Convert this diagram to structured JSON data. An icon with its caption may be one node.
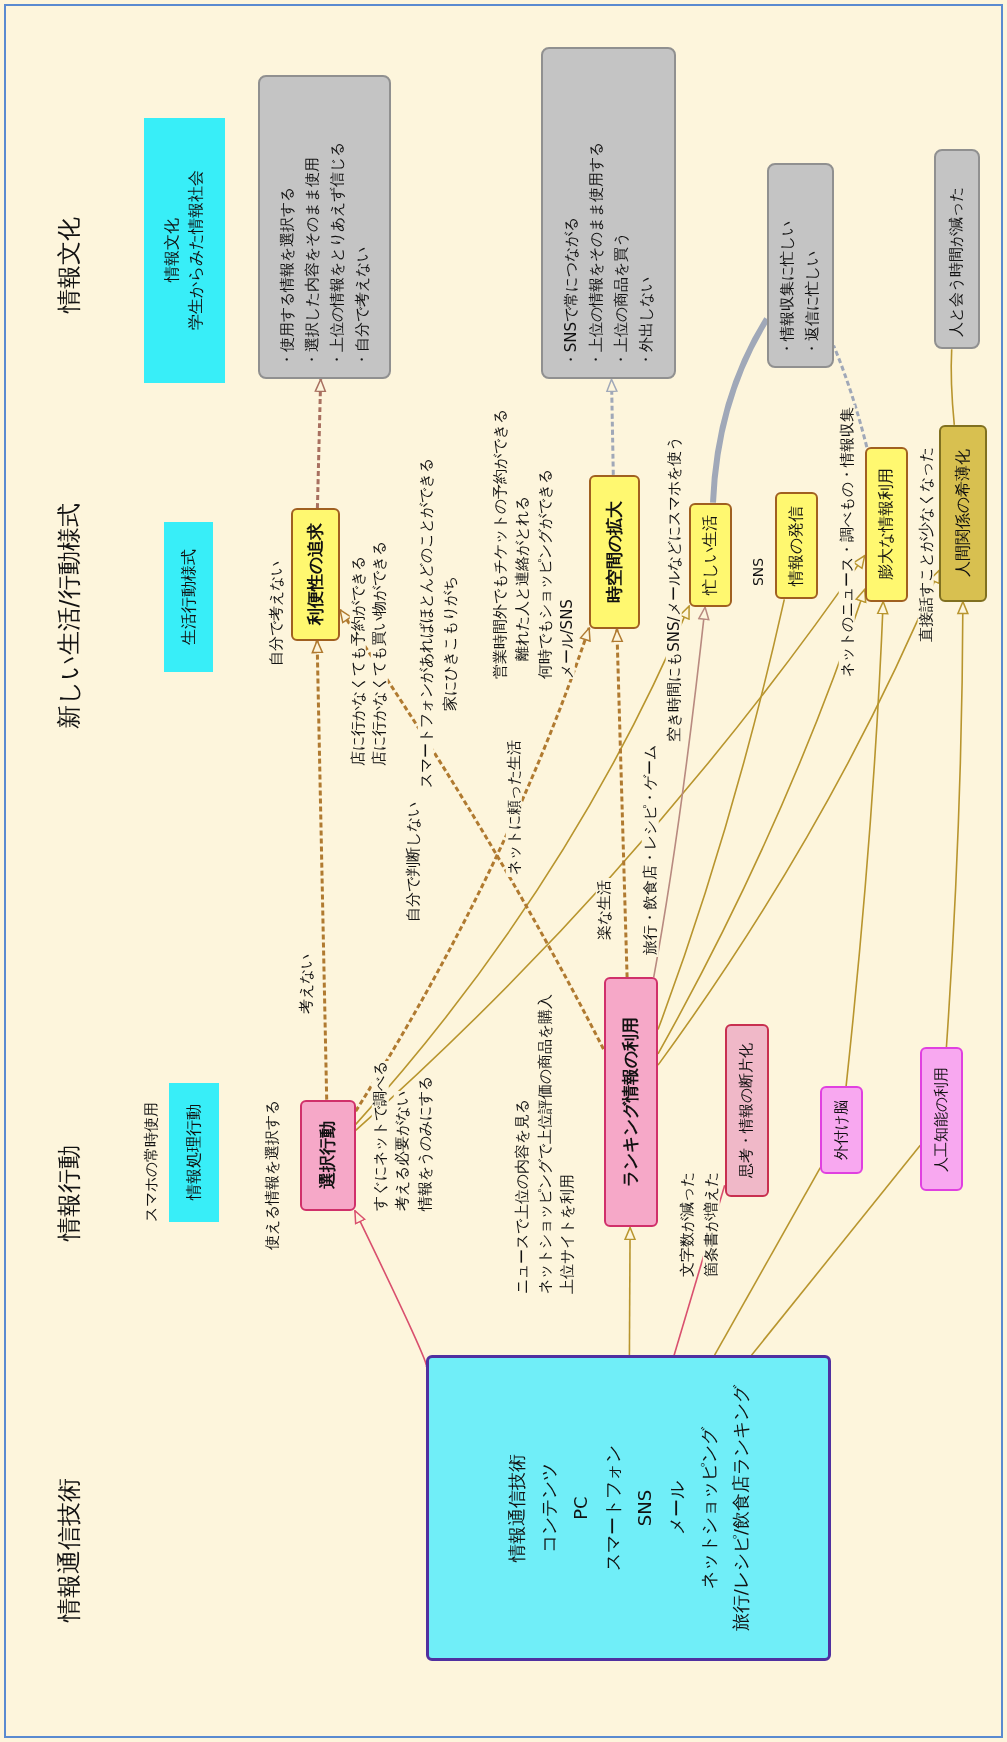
{
  "diagram": {
    "nodes": [
      {
        "text": [
          "情報通信技術",
          "コンテンツ",
          "PC",
          "スマートフォン",
          "SNS",
          "メール",
          "ネットショッピング",
          "旅行/レシピ/飲食店ランキング"
        ]
      },
      {
        "text": [
          "情報処理行動"
        ],
        "beside": [
          "スマホの常時使用"
        ]
      },
      {
        "text": [
          "生活行動様式"
        ]
      },
      {
        "text": [
          "情報文化",
          "学生からみた情報社会"
        ]
      },
      {
        "text": [
          "選択行動"
        ]
      },
      {
        "text": [
          "ランキング情報の利用"
        ]
      },
      {
        "text": [
          "思考・情報の断片化"
        ]
      },
      {
        "text": [
          "外付け脳"
        ]
      },
      {
        "text": [
          "人工知能の利用"
        ]
      },
      {
        "text": [
          "利便性の追求"
        ]
      },
      {
        "text": [
          "時空間の拡大"
        ]
      },
      {
        "text": [
          "忙しい生活"
        ]
      },
      {
        "text": [
          "情報の発信"
        ]
      },
      {
        "text": [
          "膨大な情報利用"
        ]
      },
      {
        "text": [
          "人間関係の希薄化"
        ]
      },
      {
        "text": [
          "・使用する情報を選択する",
          "・選択した内容をそのまま使用",
          "・上位の情報をとりあえず信じる",
          "・自分で考えない"
        ]
      },
      {
        "text": [
          "・SNSで常につながる",
          "・上位の情報をそのまま使用する",
          "・上位の商品を買う",
          "・外出しない"
        ]
      },
      {
        "text": [
          "・情報収集に忙しい",
          "・返信に忙しい"
        ]
      },
      {
        "text": [
          "人と会う時間が減った"
        ]
      }
    ],
    "edges": [
      {
        "from": 0,
        "to": 4,
        "arrow": "to",
        "color": "#d9506e"
      },
      {
        "from": 0,
        "to": 5,
        "arrow": "to"
      },
      {
        "from": 0,
        "to": 6,
        "arrow": "none",
        "color": "#d9506e"
      },
      {
        "from": 0,
        "to": 7,
        "arrow": "none"
      },
      {
        "from": 0,
        "to": 8,
        "arrow": "none"
      },
      {
        "from": 4,
        "to": 9,
        "arrow": "to",
        "style": "dashed",
        "color": "#b07a30",
        "label": "考えない"
      },
      {
        "from": 4,
        "to": 10,
        "arrow": "to",
        "style": "dashed",
        "color": "#b07a30",
        "label": "ネットに頼った生活"
      },
      {
        "from": 4,
        "to": 11,
        "arrow": "to"
      },
      {
        "from": 4,
        "to": 13,
        "arrow": "to",
        "label": "ネットのニュース・調べもの・情報収集"
      },
      {
        "from": 5,
        "to": 9,
        "arrow": "to",
        "style": "dashed",
        "color": "#b07a30",
        "label": "自分で判断しない"
      },
      {
        "from": 5,
        "to": 10,
        "arrow": "to",
        "style": "dashed",
        "color": "#b07a30",
        "label": "楽な生活"
      },
      {
        "from": 5,
        "to": 11,
        "arrow": "to",
        "color": "#b88a80",
        "label": "旅行・飲食店・レシピ・ゲーム"
      },
      {
        "from": 5,
        "to": 12,
        "arrow": "none"
      },
      {
        "from": 5,
        "to": 13,
        "arrow": "to"
      },
      {
        "from": 5,
        "to": 14,
        "arrow": "to"
      },
      {
        "from": 7,
        "to": 13,
        "arrow": "to"
      },
      {
        "from": 8,
        "to": 14,
        "arrow": "to"
      },
      {
        "from": 9,
        "to": 15,
        "arrow": "to",
        "style": "dashed",
        "color": "#a87060"
      },
      {
        "from": 10,
        "to": 16,
        "arrow": "to",
        "style": "dashed",
        "color": "#a0a8b8"
      },
      {
        "from": 11,
        "to": 17,
        "arrow": "none",
        "style": "thick",
        "color": "#a0a8b8"
      },
      {
        "from": 13,
        "to": 17,
        "arrow": "none",
        "style": "dashed",
        "color": "#a0a8b8"
      },
      {
        "from": 14,
        "to": 18,
        "arrow": "none"
      }
    ],
    "labels": [
      "情報通信技術",
      "情報行動",
      "新しい生活/行動様式",
      "情報文化",
      "使える情報を選択する",
      "すぐにネットで調べる",
      "考える必要がない",
      "情報をうのみにする",
      "自分で考えない",
      "店に行かなくても予約ができる",
      "店に行かなくても買い物ができる",
      "スマートフォンがあればほとんどのことができる",
      "家にひきこもりがち",
      "営業時間外でもチケットの予約ができる",
      "離れた人と連絡がとれる",
      "何時でもショッピングができる",
      "メール/SNS",
      "空き時間にもSNS/メールなどにスマホを使う",
      "SNS",
      "直接話すことが少なくなった",
      "ニュースで上位の内容を見る",
      "ネットショッピングで上位評価の商品を購入",
      "上位サイトを利用",
      "文字数が減った",
      "箇条書が増えた"
    ]
  }
}
